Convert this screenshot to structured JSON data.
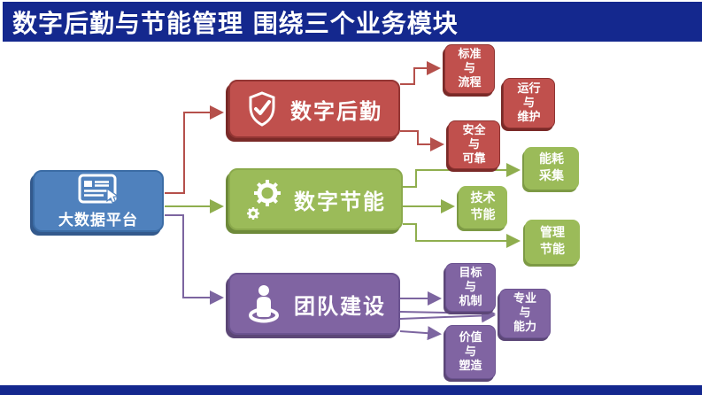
{
  "header": {
    "title": "数字后勤与节能管理 围绕三个业务模块"
  },
  "platform": {
    "label": "大数据平台",
    "icon": "presentation-board-icon"
  },
  "modules": [
    {
      "label": "数字后勤",
      "icon": "shield-check-icon",
      "color": "#C0504D"
    },
    {
      "label": "数字节能",
      "icon": "gears-icon",
      "color": "#9BBB59"
    },
    {
      "label": "团队建设",
      "icon": "person-icon",
      "color": "#8064A2"
    }
  ],
  "sub_boxes": [
    {
      "lines": [
        "标准",
        "与",
        "流程"
      ],
      "group": "数字后勤",
      "color": "#C0504D"
    },
    {
      "lines": [
        "运行",
        "与",
        "维护"
      ],
      "group": "数字后勤",
      "color": "#C0504D"
    },
    {
      "lines": [
        "安全",
        "与",
        "可靠"
      ],
      "group": "数字后勤",
      "color": "#C0504D"
    },
    {
      "lines": [
        "能耗",
        "采集"
      ],
      "group": "数字节能",
      "color": "#9BBB59"
    },
    {
      "lines": [
        "技术",
        "节能"
      ],
      "group": "数字节能",
      "color": "#9BBB59"
    },
    {
      "lines": [
        "管理",
        "节能"
      ],
      "group": "数字节能",
      "color": "#9BBB59"
    },
    {
      "lines": [
        "目标",
        "与",
        "机制"
      ],
      "group": "团队建设",
      "color": "#8064A2"
    },
    {
      "lines": [
        "专业",
        "与",
        "能力"
      ],
      "group": "团队建设",
      "color": "#8064A2"
    },
    {
      "lines": [
        "价值",
        "与",
        "塑造"
      ],
      "group": "团队建设",
      "color": "#8064A2"
    }
  ],
  "palette": {
    "header_bg": "#14288E",
    "footer_bg": "#14288E",
    "red": "#C0504D",
    "green": "#9BBB59",
    "purple": "#8064A2",
    "blue": "#4F81BD"
  }
}
